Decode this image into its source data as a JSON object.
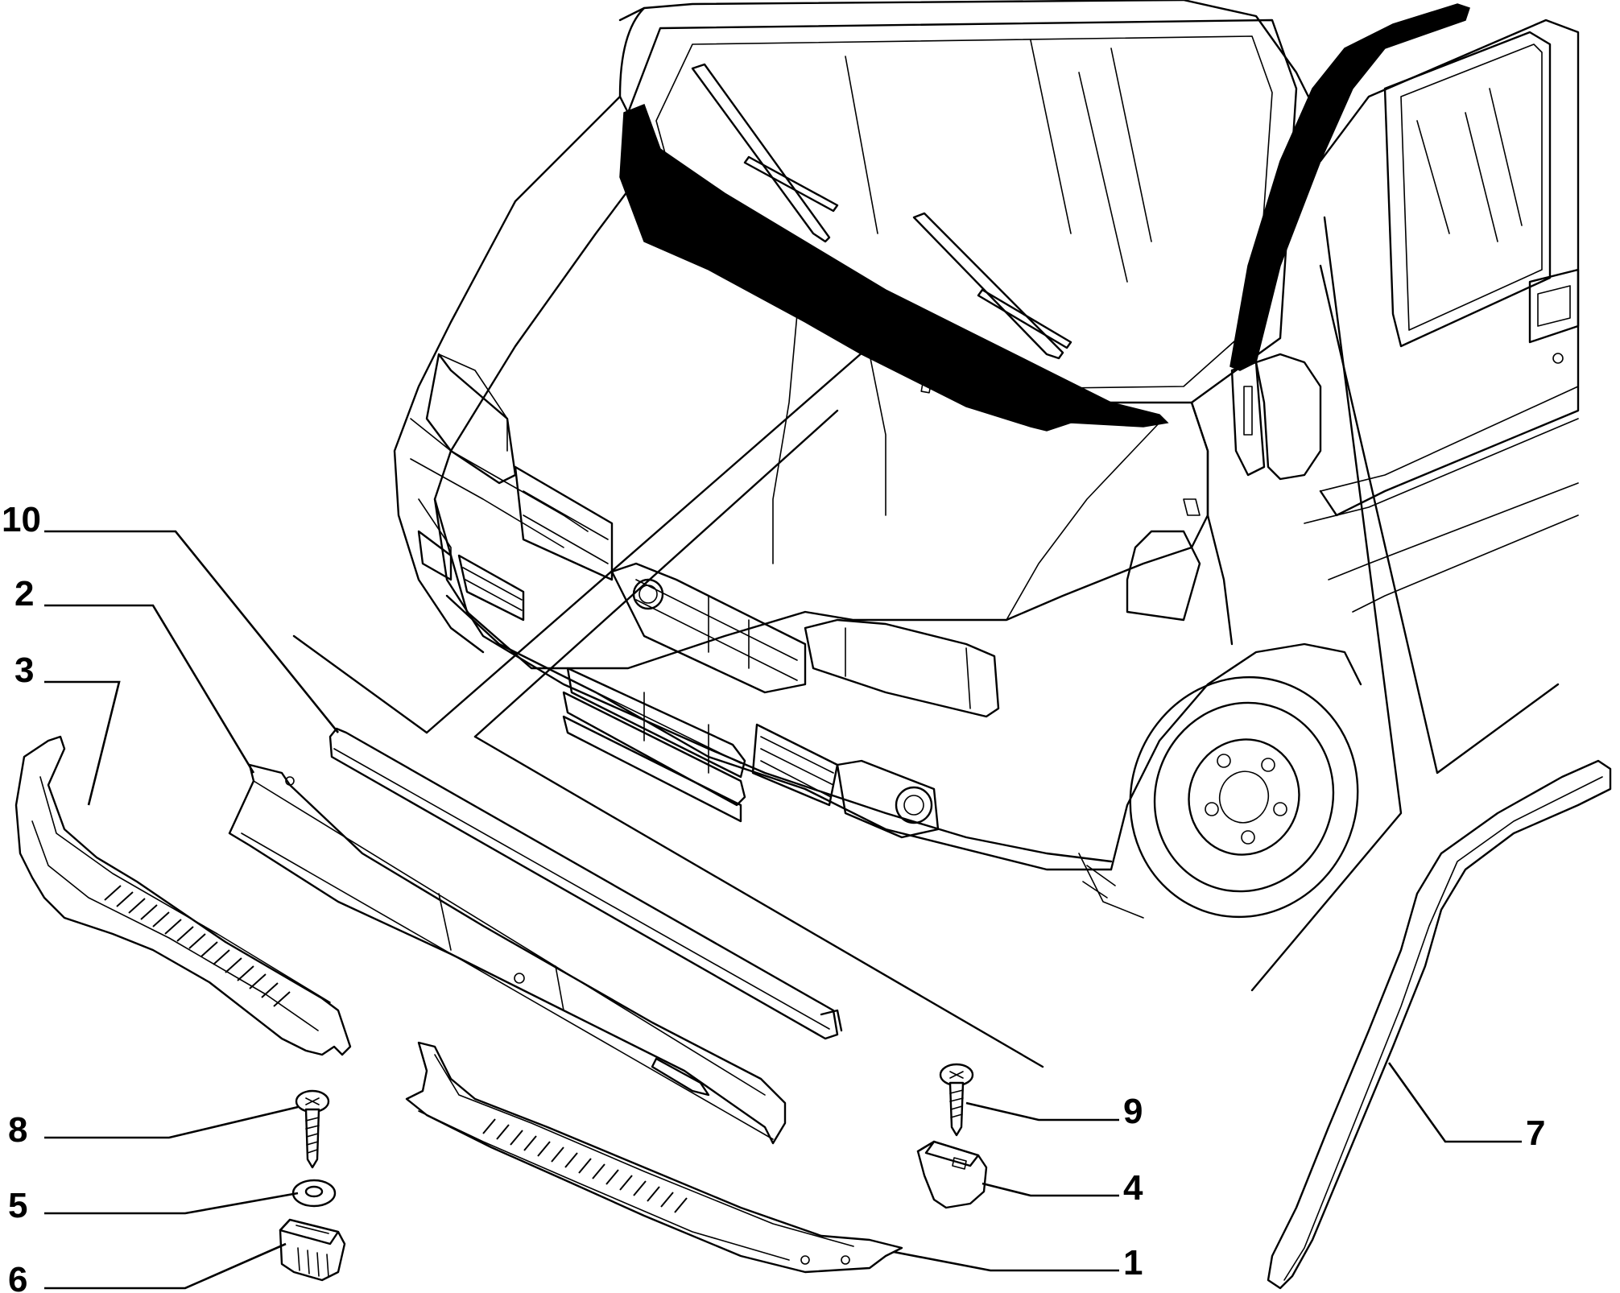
{
  "colors": {
    "ink": "#000000",
    "paper": "#ffffff"
  },
  "callouts": [
    {
      "id": "10",
      "label": "10"
    },
    {
      "id": "2",
      "label": "2"
    },
    {
      "id": "3",
      "label": "3"
    },
    {
      "id": "8",
      "label": "8"
    },
    {
      "id": "5",
      "label": "5"
    },
    {
      "id": "6",
      "label": "6"
    },
    {
      "id": "9",
      "label": "9"
    },
    {
      "id": "4",
      "label": "4"
    },
    {
      "id": "1",
      "label": "1"
    },
    {
      "id": "7",
      "label": "7"
    }
  ]
}
